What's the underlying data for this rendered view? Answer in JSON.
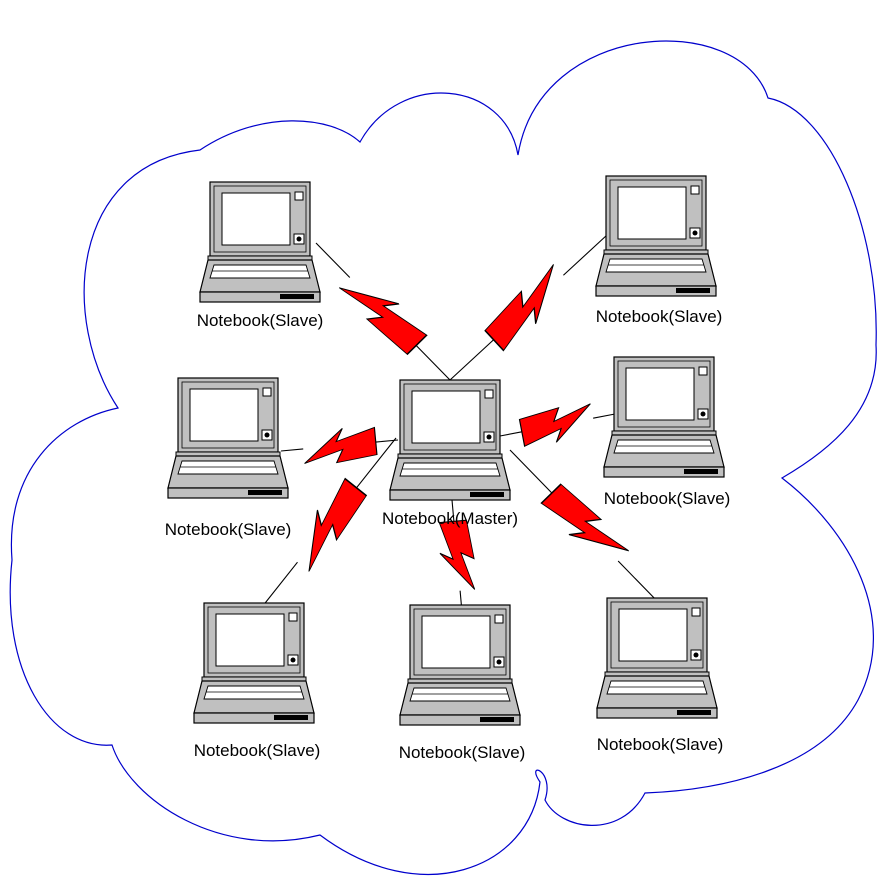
{
  "diagram": {
    "colors": {
      "cloud_stroke": "#0000cc",
      "bolt_fill": "#ff0000",
      "bolt_stroke": "#000000",
      "laptop_body": "#c0c0c0",
      "laptop_outline": "#000000",
      "screen": "#ffffff"
    },
    "master": {
      "label": "Notebook(Master)",
      "icon": "laptop-icon"
    },
    "slaves": [
      {
        "label": "Notebook(Slave)",
        "icon": "laptop-icon"
      },
      {
        "label": "Notebook(Slave)",
        "icon": "laptop-icon"
      },
      {
        "label": "Notebook(Slave)",
        "icon": "laptop-icon"
      },
      {
        "label": "Notebook(Slave)",
        "icon": "laptop-icon"
      },
      {
        "label": "Notebook(Slave)",
        "icon": "laptop-icon"
      },
      {
        "label": "Notebook(Slave)",
        "icon": "laptop-icon"
      },
      {
        "label": "Notebook(Slave)",
        "icon": "laptop-icon"
      }
    ],
    "link_icon": "lightning-bolt-icon",
    "boundary_icon": "cloud-icon"
  }
}
